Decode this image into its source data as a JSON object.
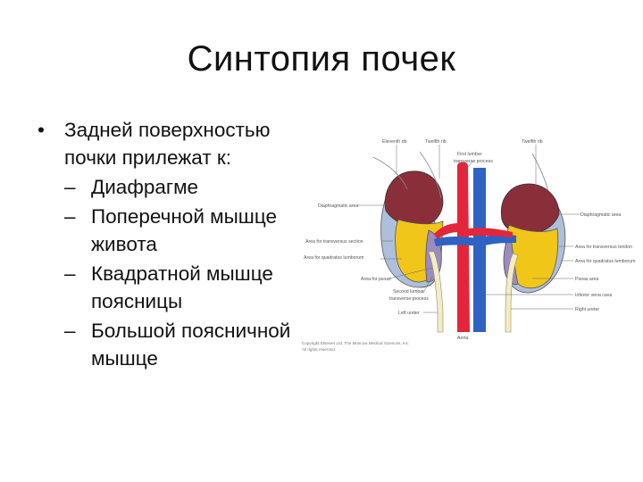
{
  "slide": {
    "title": "Синтопия почек",
    "bullet": {
      "marker": "•",
      "text": "Задней поверхностью почки прилежат к:"
    },
    "subitems": [
      {
        "marker": "–",
        "text": "Диафрагме"
      },
      {
        "marker": "–",
        "text": "Поперечной мышце живота"
      },
      {
        "marker": "–",
        "text": "Квадратной мышце поясницы"
      },
      {
        "marker": "–",
        "text": "Большой поясничной мышце"
      }
    ]
  },
  "figure": {
    "labels_left": {
      "eleventh_rib": "Eleventh rib",
      "twelfth_rib_left": "Twelfth rib",
      "first_lumbar": "First lumbar",
      "transverse_process": "transverse process",
      "diaphragmatic_area_left": "Diaphragmatic area",
      "area_transversus": "Area for transversus section",
      "area_quadratus": "Area for quadratus lumborum",
      "area_psoas": "Area for psoas",
      "second_lumbar": "Second lumbar",
      "second_transverse": "transverse process",
      "left_ureter": "Left ureter",
      "aorta": "Aorta"
    },
    "labels_right": {
      "twelfth_rib_right": "Twelfth rib",
      "diaphragmatic_area_right": "Diaphragmatic area",
      "area_transversus_right": "Area for transversus tendon",
      "area_quadratus_right": "Area for quadratus lumborum",
      "psoas_area": "Psoas area",
      "inferior_vena_cava": "Inferior vena cava",
      "right_ureter": "Right ureter"
    },
    "copyright_line1": "Copyright Elsevier Ltd. The Moscow Medical Sciences, Inc.",
    "copyright_line2": "All rights reserved.",
    "colors": {
      "diaphragm_area": "#8a2f3a",
      "transversus_area": "#aebfdc",
      "quadratus_area": "#f0c619",
      "psoas_area": "#9a8bc0",
      "aorta": "#e3263c",
      "vena_cava": "#2f62c2",
      "ureter": "#f3ecc8"
    }
  }
}
